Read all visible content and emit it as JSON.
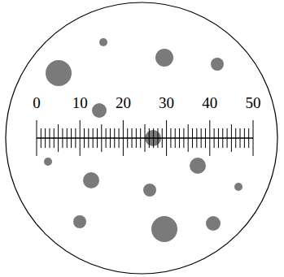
{
  "diagram": {
    "labels": [
      "0",
      "10",
      "20",
      "30",
      "40",
      "50"
    ]
  }
}
